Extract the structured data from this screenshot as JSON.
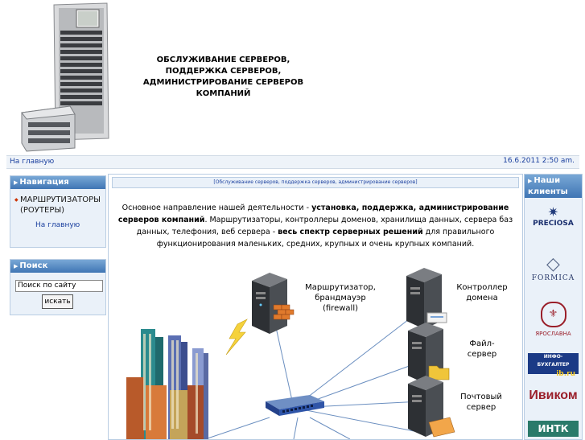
{
  "header": {
    "title_lines": [
      "ОБСЛУЖИВАНИЕ СЕРВЕРОВ,",
      "ПОДДЕРЖКА СЕРВЕРОВ,",
      "АДМИНИСТРИРОВАНИЕ СЕРВЕРОВ",
      "КОМПАНИЙ"
    ]
  },
  "topbar": {
    "home_link": "На главную",
    "datetime": "16.6.2011 2:50 am."
  },
  "nav_panel": {
    "title": "Навигация",
    "item": "МАРШРУТИЗАТОРЫ (РОУТЕРЫ)",
    "home_link": "На главную"
  },
  "search_panel": {
    "title": "Поиск",
    "input_value": "Поиск по сайту",
    "button_label": "искать"
  },
  "main": {
    "breadcrumb": "[Обслуживание серверов, поддержка серверов, администрирование серверов]",
    "intro_prefix": "Основное направление нашей деятельности - ",
    "intro_bold1": "установка, поддержка, администрирование серверов компаний",
    "intro_mid": ". Маршрутизаторы, контроллеры доменов, хранилища данных, сервера баз данных, телефония, веб сервера - ",
    "intro_bold2": "весь спектр серверных решений",
    "intro_suffix": " для правильного функционирования маленьких, средних, крупных и очень крупных компаний."
  },
  "diagram": {
    "router_label": "Маршрутизатор, брандмауэр (firewall)",
    "dc_label": "Контроллер домена",
    "file_label": "Файл-сервер",
    "mail_label": "Почтовый сервер"
  },
  "clients_panel": {
    "title": "Наши клиенты",
    "logos": [
      "PRECIOSA",
      "FORMICA",
      "ЯРОСЛАВНА",
      "ИНФО-БУХГАЛТЕР",
      "ib.ru",
      "Ивиком",
      "ИНТК"
    ]
  },
  "colors": {
    "panel_head": "#3f75b4",
    "link": "#1a3f9e",
    "panel_bg": "#eaf1f9"
  }
}
